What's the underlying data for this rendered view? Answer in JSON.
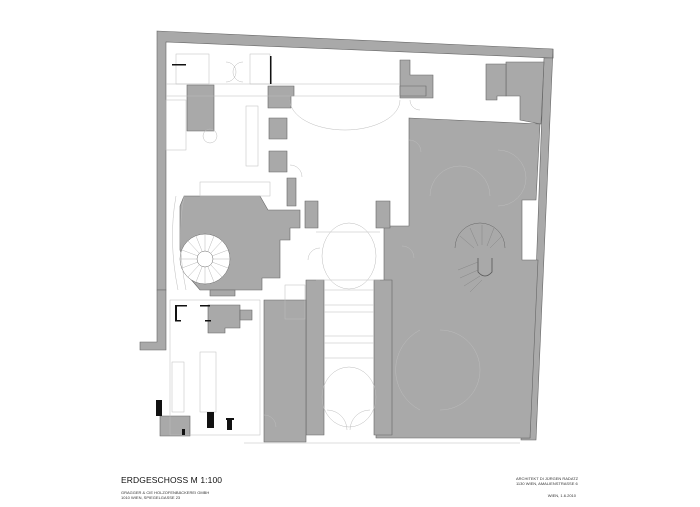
{
  "drawing": {
    "type": "architectural floor plan",
    "title": "ERDGESCHOSS M 1:100",
    "client": {
      "name": "GRAGGER & CIE HOLZOFENBÄCKEREI GMBH",
      "address": "1010 WIEN, SPIEGELGASSE 23"
    },
    "architect": {
      "name": "ARCHITEKT DI JÜRGEN RADATZ",
      "address": "1130 WIEN, AMALIENSTRASSE 6"
    },
    "date": "WIEN, 1.6.2010"
  },
  "colors": {
    "wall_fill": "#a9a9a9",
    "wall_dark": "#8c8c8c",
    "line": "#555555",
    "thin_line": "#bdbdbd",
    "background": "#ffffff",
    "black_element": "#000000"
  }
}
